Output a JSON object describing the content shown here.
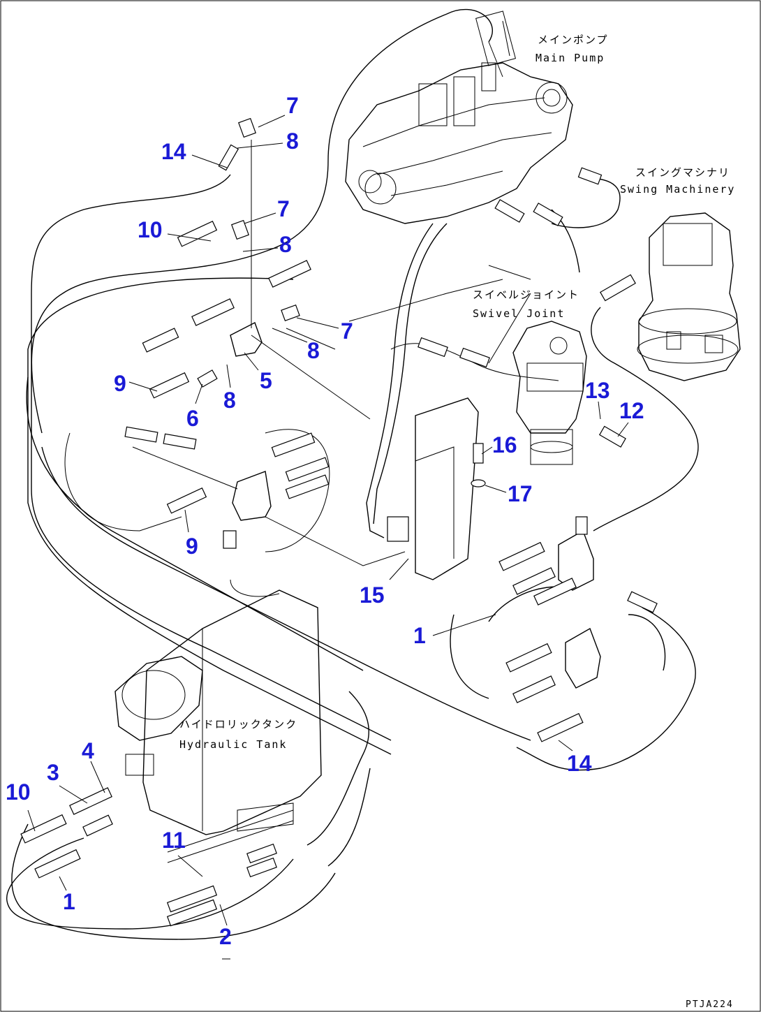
{
  "labels": {
    "main_pump_jp": "メインポンプ",
    "main_pump_en": "Main Pump",
    "swing_machinery_jp": "スイングマシナリ",
    "swing_machinery_en": "Swing Machinery",
    "swivel_joint_jp": "スイベルジョイント",
    "swivel_joint_en": "Swivel Joint",
    "hydraulic_tank_jp": "ハイドロリックタンク",
    "hydraulic_tank_en": "Hydraulic Tank",
    "drawing_code": "PTJA224"
  },
  "callouts": [
    "7",
    "8",
    "14",
    "7",
    "10",
    "8",
    "7",
    "8",
    "5",
    "9",
    "6",
    "8",
    "13",
    "12",
    "16",
    "17",
    "9",
    "15",
    "1",
    "14",
    "4",
    "3",
    "10",
    "11",
    "1",
    "2"
  ],
  "colors": {
    "callout": "#1a1ad6",
    "linework": "#000000",
    "background": "#ffffff"
  }
}
